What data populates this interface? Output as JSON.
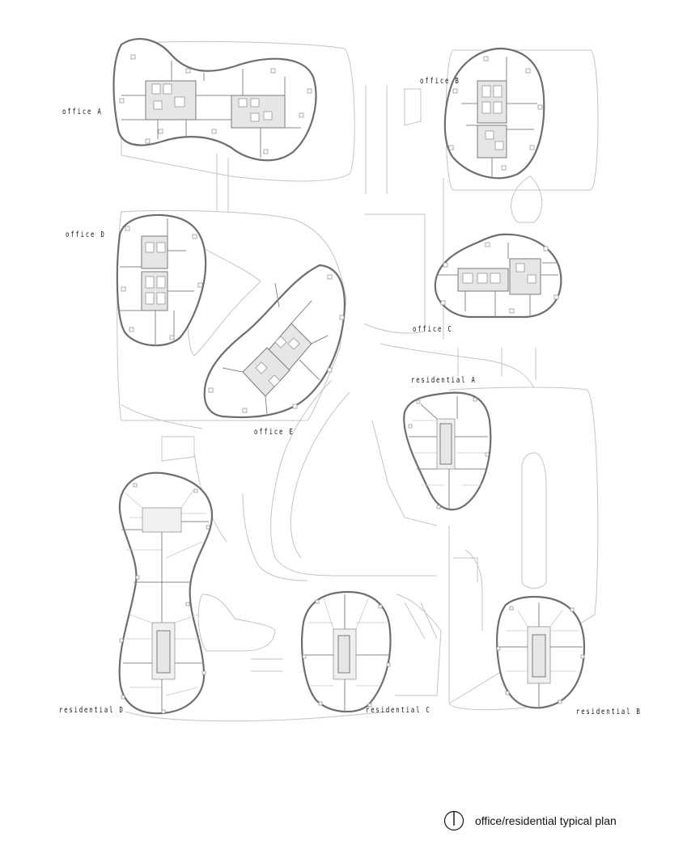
{
  "buildings": [
    {
      "id": "office-a",
      "label": "office A"
    },
    {
      "id": "office-b",
      "label": "office B"
    },
    {
      "id": "office-c",
      "label": "office C"
    },
    {
      "id": "office-d",
      "label": "office D"
    },
    {
      "id": "office-e",
      "label": "office E"
    },
    {
      "id": "residential-a",
      "label": "residential A"
    },
    {
      "id": "residential-b",
      "label": "residential B"
    },
    {
      "id": "residential-c",
      "label": "residential C"
    },
    {
      "id": "residential-d",
      "label": "residential D"
    }
  ],
  "legend": {
    "text": "office/residential typical plan",
    "icon": "north-arrow-icon"
  }
}
